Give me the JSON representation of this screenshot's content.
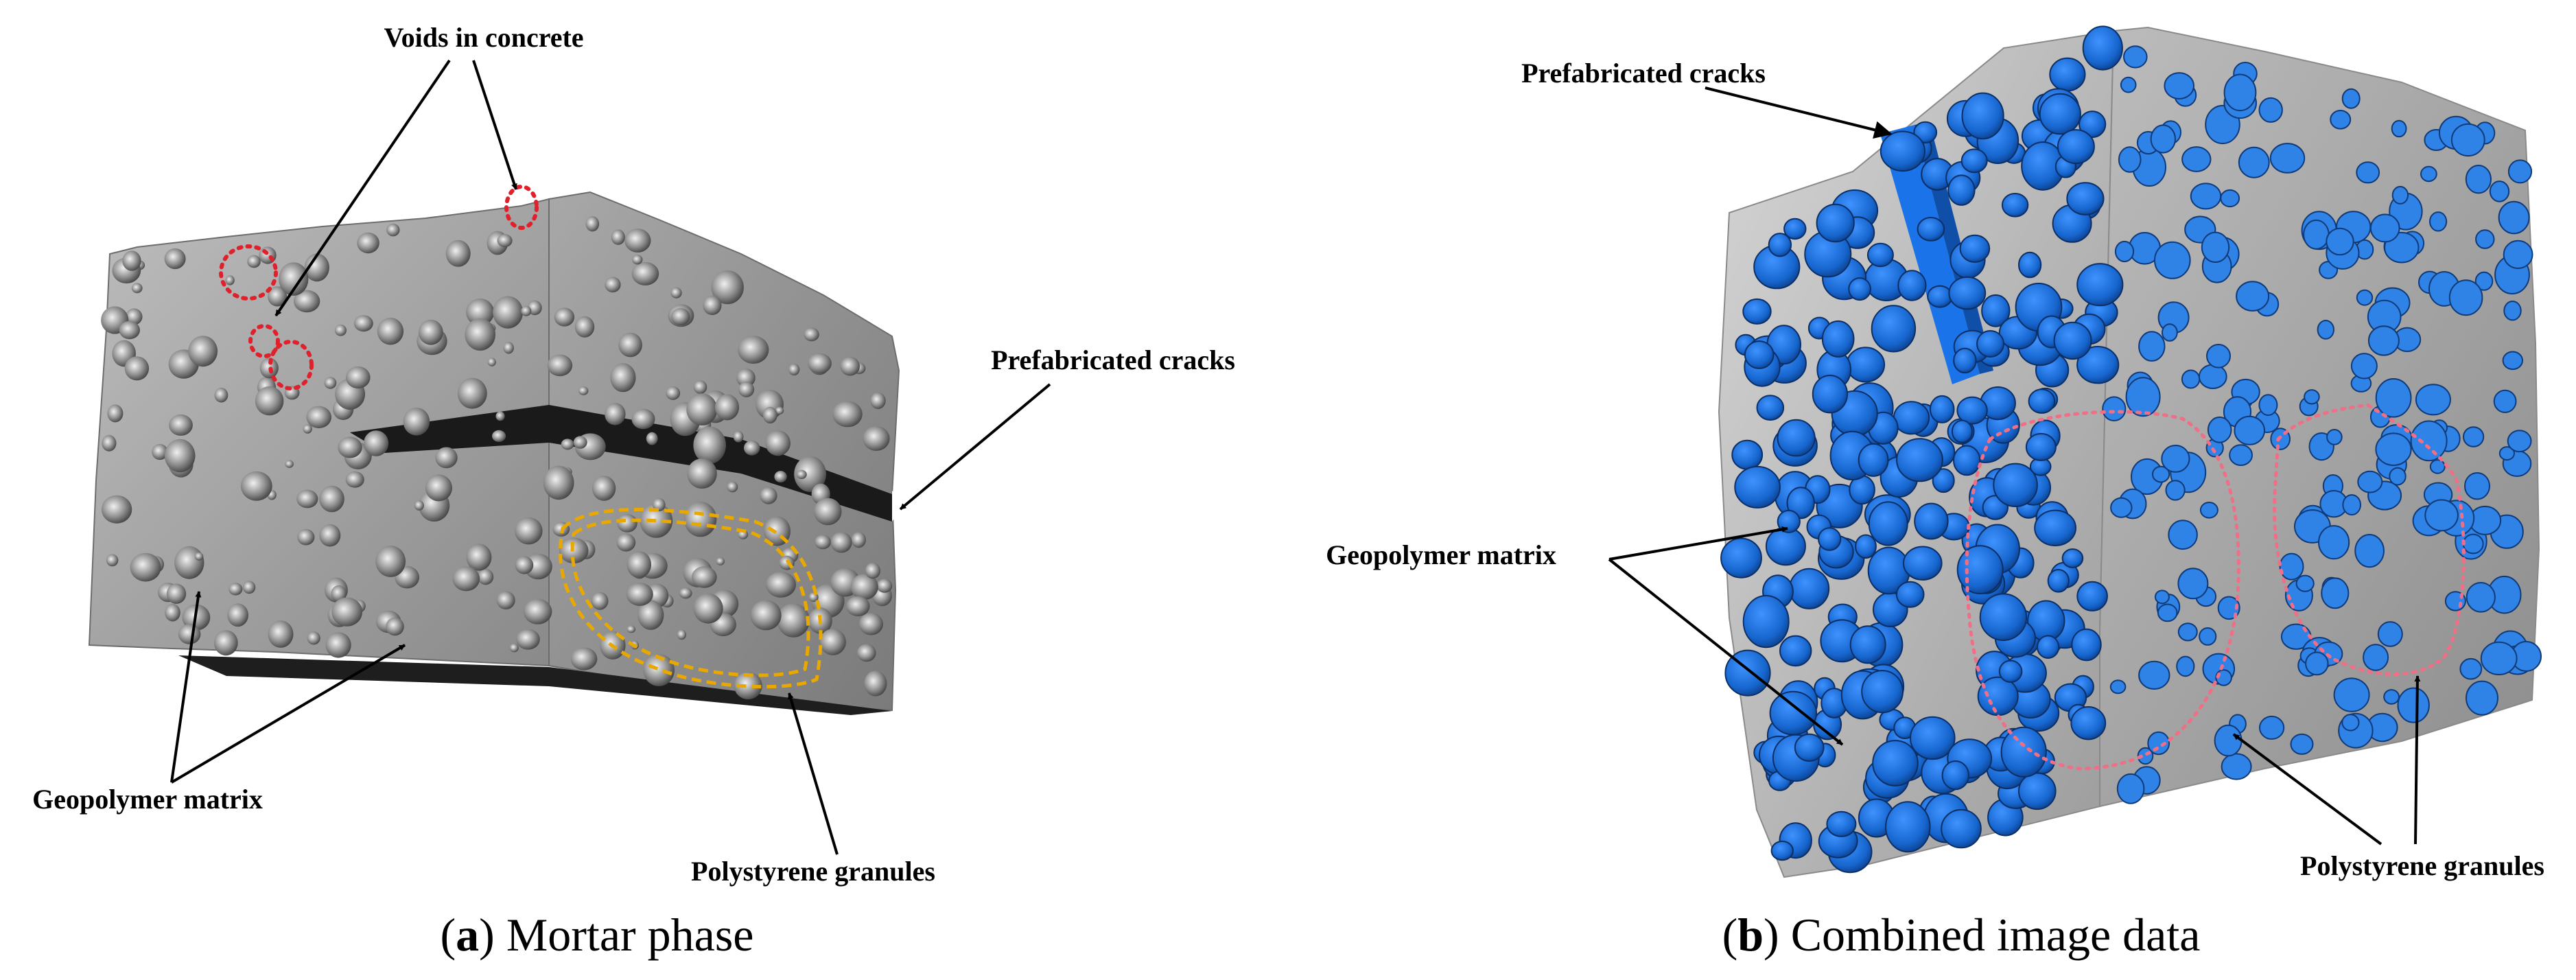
{
  "panel_a": {
    "labels": {
      "voids": "Voids in concrete",
      "cracks": "Prefabricated cracks",
      "matrix": "Geopolymer matrix",
      "granules": "Polystyrene granules"
    },
    "caption": {
      "letter": "a",
      "text": "Mortar phase"
    }
  },
  "panel_b": {
    "labels": {
      "cracks": "Prefabricated cracks",
      "matrix": "Geopolymer matrix",
      "granules": "Polystyrene granules"
    },
    "caption": {
      "letter": "b",
      "text": "Combined image data"
    }
  },
  "colors": {
    "matrix_gray": "#9a9a9a",
    "granule_blue": "#1f74e0",
    "void_marker": "#e0202a",
    "granule_marker_a": "#e8a800",
    "granule_marker_b": "#ef6f86"
  }
}
